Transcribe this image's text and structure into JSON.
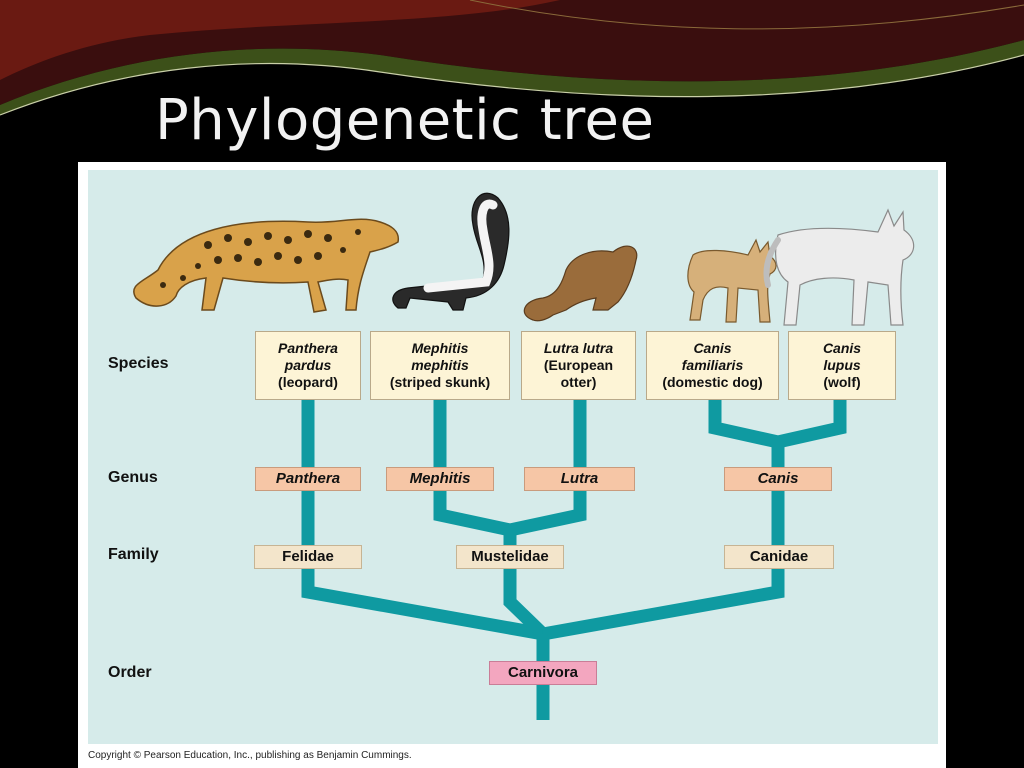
{
  "slide": {
    "title": "Phylogenetic tree",
    "colors": {
      "background": "#000000",
      "accent_red": "#5a1414",
      "accent_green": "#3e5219",
      "branch": "#0f9aa1",
      "panel": "#d6ebea"
    }
  },
  "diagram": {
    "ranks": {
      "species": "Species",
      "genus": "Genus",
      "family": "Family",
      "order": "Order"
    },
    "species": [
      {
        "sci1": "Panthera",
        "sci2": "pardus",
        "common": "(leopard)"
      },
      {
        "sci1": "Mephitis",
        "sci2": "mephitis",
        "common": "(striped skunk)"
      },
      {
        "sci1": "Lutra lutra",
        "com1": "(European",
        "com2": "otter)"
      },
      {
        "sci1": "Canis",
        "sci2": "familiaris",
        "common": "(domestic dog)"
      },
      {
        "sci1": "Canis",
        "sci2": "lupus",
        "common": "(wolf)"
      }
    ],
    "genera": [
      "Panthera",
      "Mephitis",
      "Lutra",
      "Canis"
    ],
    "families": [
      "Felidae",
      "Mustelidae",
      "Canidae"
    ],
    "order": "Carnivora",
    "animals": [
      "leopard-illustration",
      "skunk-illustration",
      "otter-illustration",
      "dog-illustration",
      "wolf-illustration"
    ]
  },
  "copyright": "Copyright © Pearson Education, Inc., publishing as Benjamin Cummings."
}
